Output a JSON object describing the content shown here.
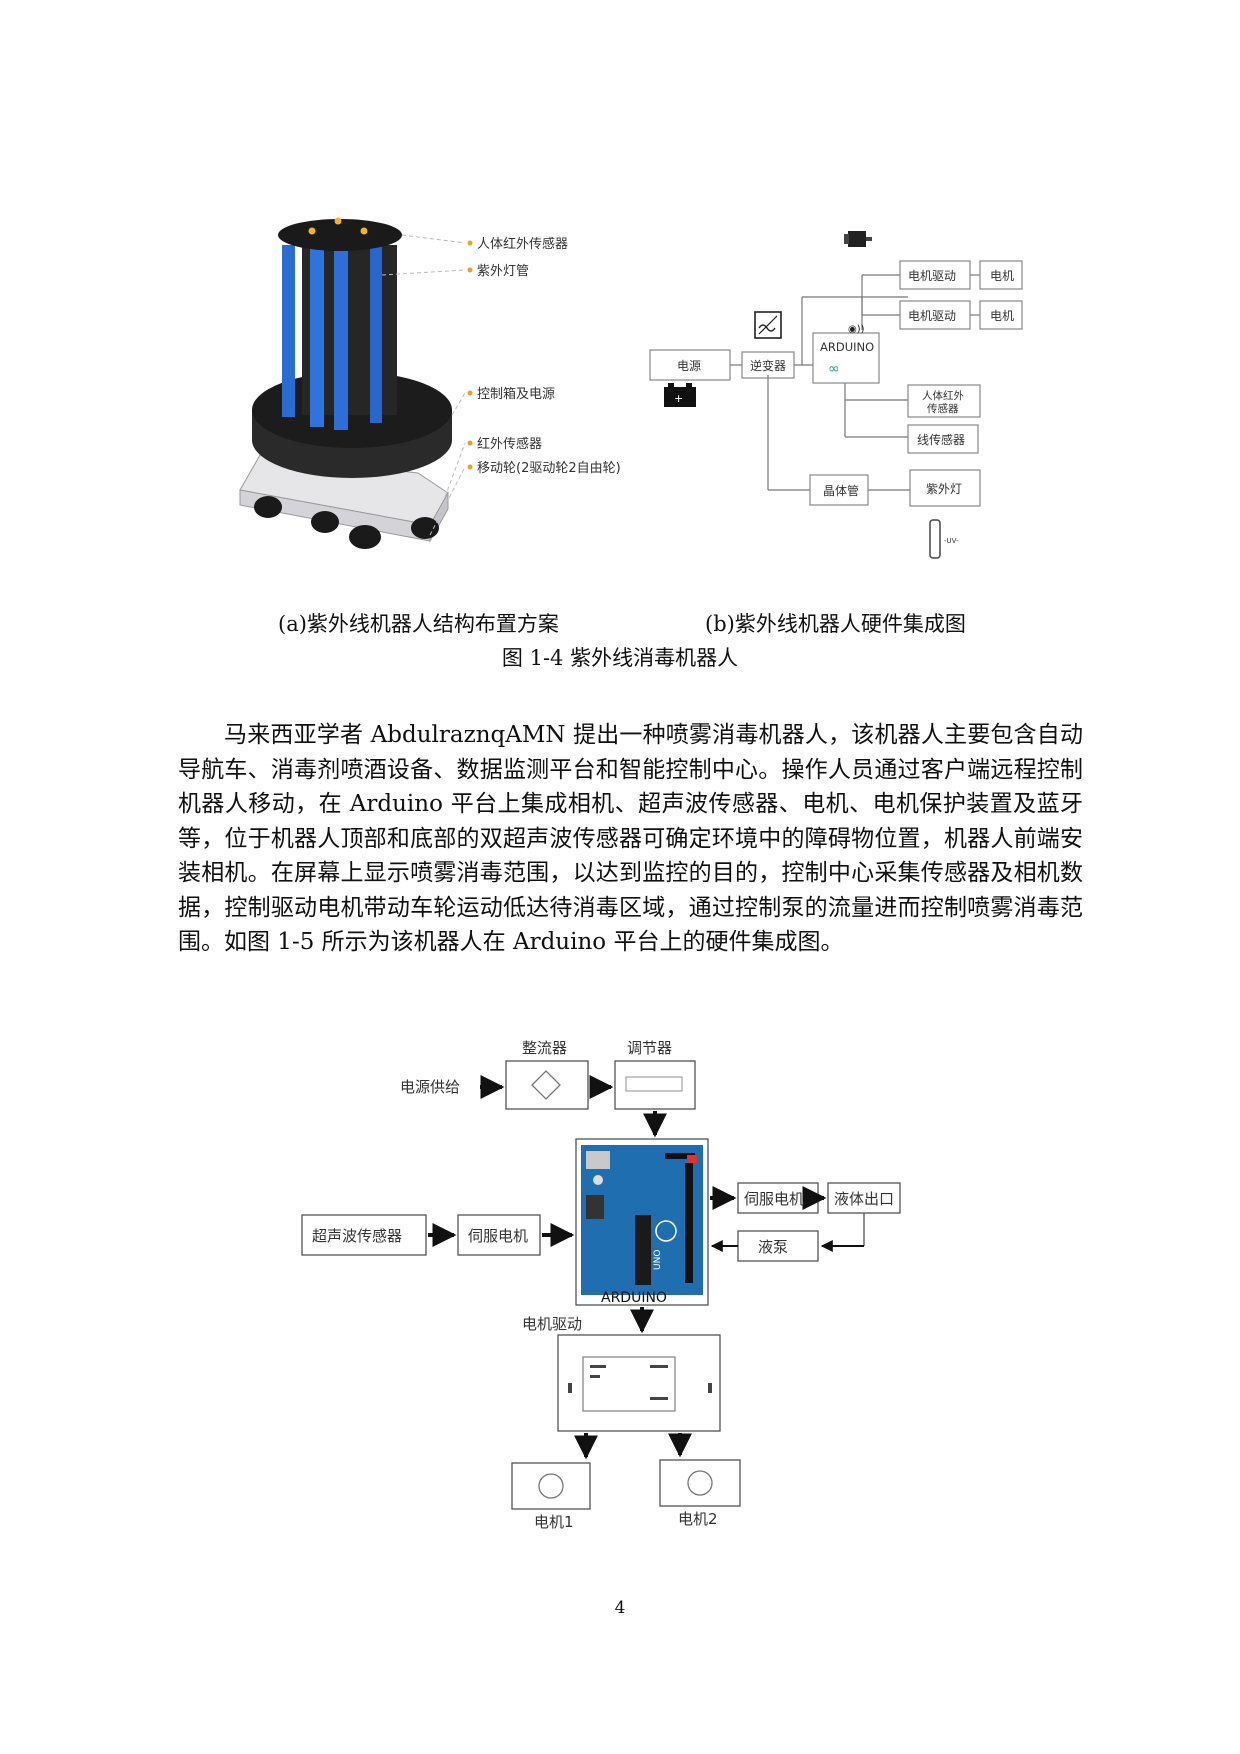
{
  "figure_1_4": {
    "structure": {
      "labels": {
        "pir_sensor": "人体红外传感器",
        "uv_tube": "紫外灯管",
        "control_box": "控制箱及电源",
        "ir_sensor": "红外传感器",
        "wheels": "移动轮(2驱动轮2自由轮)"
      }
    },
    "hardware": {
      "motor_driver_1": "电机驱动",
      "motor_1": "电机",
      "motor_driver_2": "电机驱动",
      "motor_2": "电机",
      "power": "电源",
      "inverter": "逆变器",
      "arduino": "ARDUINO",
      "pir_sensor_line1": "人体红外",
      "pir_sensor_line2": "传感器",
      "line_sensor": "线传感器",
      "transistor": "晶体管",
      "uv_lamp": "紫外灯",
      "uv_mark": "-UV-"
    },
    "caption_a": "(a)紫外线机器人结构布置方案",
    "caption_b": "(b)紫外线机器人硬件集成图",
    "title": "图 1-4 紫外线消毒机器人"
  },
  "paragraph": "马来西亚学者 AbdulraznqAMN 提出一种喷雾消毒机器人，该机器人主要包含自动导航车、消毒剂喷酒设备、数据监测平台和智能控制中心。操作人员通过客户端远程控制机器人移动，在 Arduino 平台上集成相机、超声波传感器、电机、电机保护装置及蓝牙等，位于机器人顶部和底部的双超声波传感器可确定环境中的障碍物位置，机器人前端安装相机。在屏幕上显示喷雾消毒范围，以达到监控的目的，控制中心采集传感器及相机数据，控制驱动电机带动车轮运动低达待消毒区域，通过控制泵的流量进而控制喷雾消毒范围。如图 1-5 所示为该机器人在 Arduino 平台上的硬件集成图。",
  "figure_1_5": {
    "rectifier": "整流器",
    "regulator": "调节器",
    "power_supply": "电源供给",
    "servo_motor_right": "伺服电机",
    "liquid_outlet": "液体出口",
    "ultrasonic_sensor": "超声波传感器",
    "servo_motor_left": "伺服电机",
    "liquid_pump": "液泵",
    "arduino": "ARDUINO",
    "motor_driver": "电机驱动",
    "motor_1": "电机1",
    "motor_2": "电机2",
    "arduino_logo": "UNO"
  },
  "page_number": "4"
}
